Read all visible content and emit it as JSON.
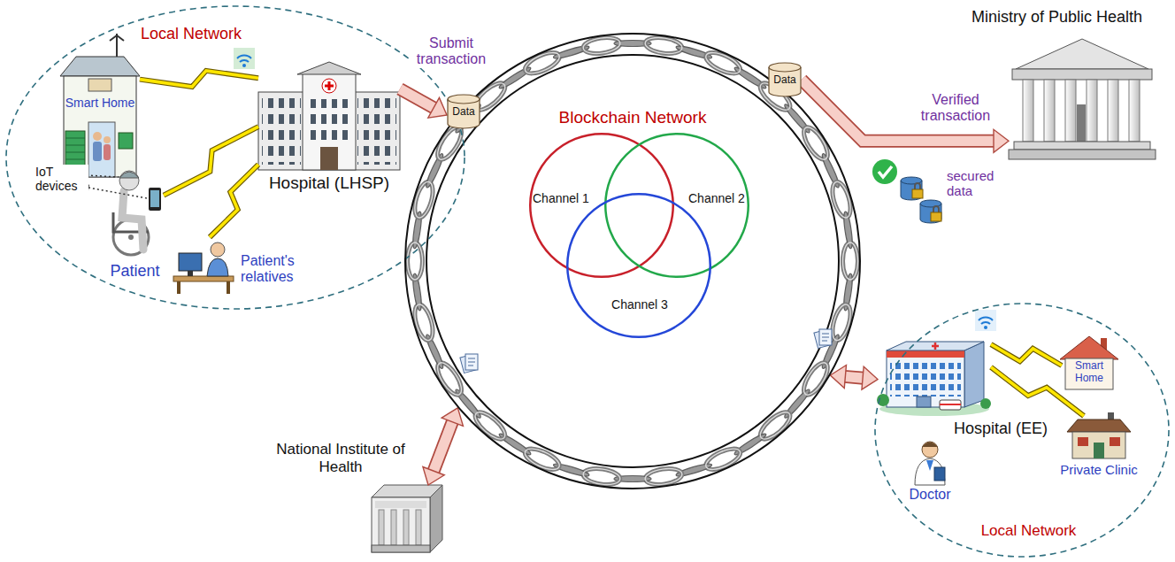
{
  "diagram": {
    "nodes": [
      {
        "text": [
          "Local Network"
        ]
      },
      {
        "text": [
          "Smart Home"
        ],
        "in": 0
      },
      {
        "text": [
          "Patient"
        ],
        "in": 0
      },
      {
        "text": [
          "Patient's relatives"
        ],
        "in": 0
      },
      {
        "text": [
          "Hospital (LHSP)"
        ],
        "in": 0
      },
      {
        "text": [
          "Data"
        ]
      },
      {
        "text": [
          "Blockchain Network"
        ]
      },
      {
        "text": [
          "Channel 1"
        ],
        "in": 6
      },
      {
        "text": [
          "Channel 2"
        ],
        "in": 6
      },
      {
        "text": [
          "Channel 3"
        ],
        "in": 6
      },
      {
        "text": [
          "Data"
        ]
      },
      {
        "text": [
          "Ministry of Public Health"
        ]
      },
      {
        "text": [
          "National Institute of Health"
        ]
      },
      {
        "text": [
          "Local Network"
        ]
      },
      {
        "text": [
          "Hospital (EE)"
        ],
        "in": 13
      },
      {
        "text": [
          "Doctor"
        ],
        "in": 13
      },
      {
        "text": [
          "Smart Home"
        ],
        "in": 13
      },
      {
        "text": [
          "Private Clinic"
        ],
        "in": 13
      }
    ],
    "edges": [
      {
        "from": 4,
        "to": 5,
        "arrow": "to",
        "label": "Submit transaction"
      },
      {
        "from": 10,
        "to": 11,
        "arrow": "to",
        "label": "Verified transaction"
      },
      {
        "from": 12,
        "to": 6,
        "arrow": "both"
      },
      {
        "from": 14,
        "to": 6,
        "arrow": "both"
      },
      {
        "from": 1,
        "to": 4,
        "arrow": "none"
      },
      {
        "from": 2,
        "to": 4,
        "arrow": "none"
      },
      {
        "from": 3,
        "to": 4,
        "arrow": "none"
      },
      {
        "from": 14,
        "to": 16,
        "arrow": "none"
      },
      {
        "from": 14,
        "to": 17,
        "arrow": "none"
      }
    ],
    "labels": [
      "IoT devices",
      "secured data"
    ]
  }
}
